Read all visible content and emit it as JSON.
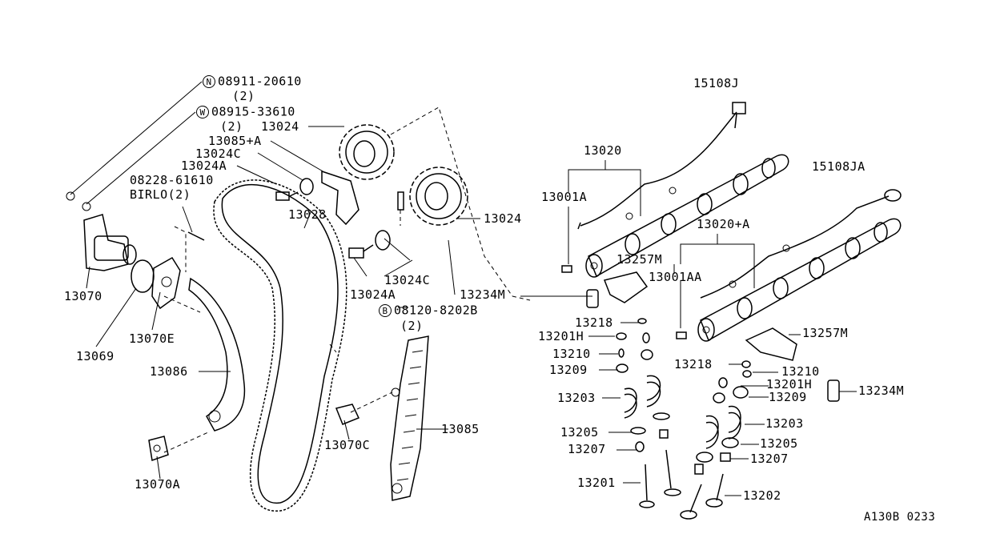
{
  "labels": {
    "bolt_n": "08911-20610",
    "bolt_n_qty": "(2)",
    "washer_w": "08915-33610",
    "washer_w_qty": "(2)",
    "sprocket_13024_upper": "13024",
    "guide_13085a": "13085+A",
    "washer_13024c_upper": "13024C",
    "bolt_13024a_upper": "13024A",
    "birlo_part": "08228-61610",
    "birlo_qty": "BIRLO(2)",
    "chain_13028": "13028",
    "sprocket_13024_right": "13024",
    "washer_13024c_lower": "13024C",
    "bolt_13024a_lower": "13024A",
    "part_13234m_left": "13234M",
    "bolt_b": "08120-8202B",
    "bolt_b_qty": "(2)",
    "tensioner_13070": "13070",
    "gasket_13069": "13069",
    "gasket_13070e": "13070E",
    "slack_guide_13086": "13086",
    "pin_13070c": "13070C",
    "guide_13085": "13085",
    "pin_13070a": "13070A",
    "harness_15108j": "15108J",
    "harness_15108ja": "15108JA",
    "camshaft_13020": "13020",
    "camshaft_13020a": "13020+A",
    "plug_13001a": "13001A",
    "plug_13001aa": "13001AA",
    "rocker_13257m_left": "13257M",
    "rocker_13257m_right": "13257M",
    "lifter_13234m_right": "13234M",
    "seat_13218_left": "13218",
    "seat_13218_right": "13218",
    "shim_13201h_left": "13201H",
    "shim_13201h_right": "13201H",
    "collet_13210_left": "13210",
    "collet_13210_right": "13210",
    "retainer_13209_left": "13209",
    "retainer_13209_right": "13209",
    "spring_13203_left": "13203",
    "spring_13203_right": "13203",
    "seat_13205_left": "13205",
    "seat_13205_right": "13205",
    "seal_13207_left": "13207",
    "seal_13207_right": "13207",
    "valve_13201": "13201",
    "valve_13202": "13202",
    "footer_code": "A130B 0233"
  },
  "symbols": {
    "n": "N",
    "w": "W",
    "b": "B"
  }
}
